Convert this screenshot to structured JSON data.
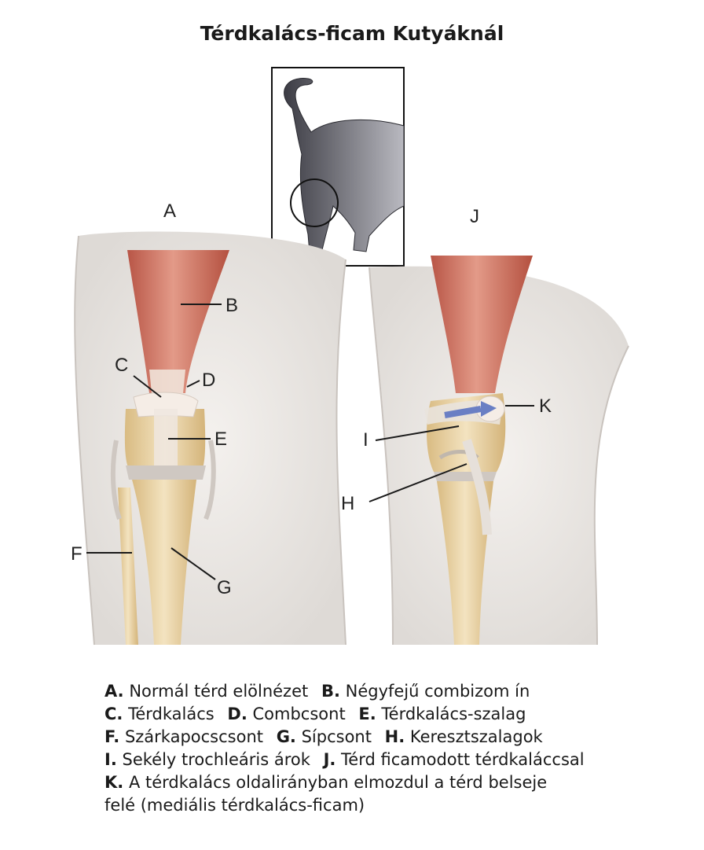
{
  "title": "Térdkalács-ficam Kutyáknál",
  "labels": {
    "A": "A",
    "B": "B",
    "C": "C",
    "D": "D",
    "E": "E",
    "F": "F",
    "G": "G",
    "H": "H",
    "I": "I",
    "J": "J",
    "K": "K"
  },
  "legend": {
    "A_key": "A.",
    "A_text": "Normál térd elölnézet",
    "B_key": "B.",
    "B_text": "Négyfejű combizom ín",
    "C_key": "C.",
    "C_text": "Térdkalács",
    "D_key": "D.",
    "D_text": "Combcsont",
    "E_key": "E.",
    "E_text": "Térdkalács-szalag",
    "F_key": "F.",
    "F_text": "Szárkapocscsont",
    "G_key": "G.",
    "G_text": "Sípcsont",
    "H_key": "H.",
    "H_text": "Keresztszalagok",
    "I_key": "I.",
    "I_text": "Sekély trochleáris árok",
    "J_key": "J.",
    "J_text": "Térd ficamodott térdkaláccsal",
    "K_key": "K.",
    "K_text": "A térdkalács oldalirányban elmozdul a térd belseje",
    "K_text2": "felé (mediális térdkalács-ficam)"
  },
  "colors": {
    "muscle": "#c96a5a",
    "bone": "#e6cf9f",
    "skin": "#ede9e6",
    "arrow": "#6a7fc4"
  }
}
